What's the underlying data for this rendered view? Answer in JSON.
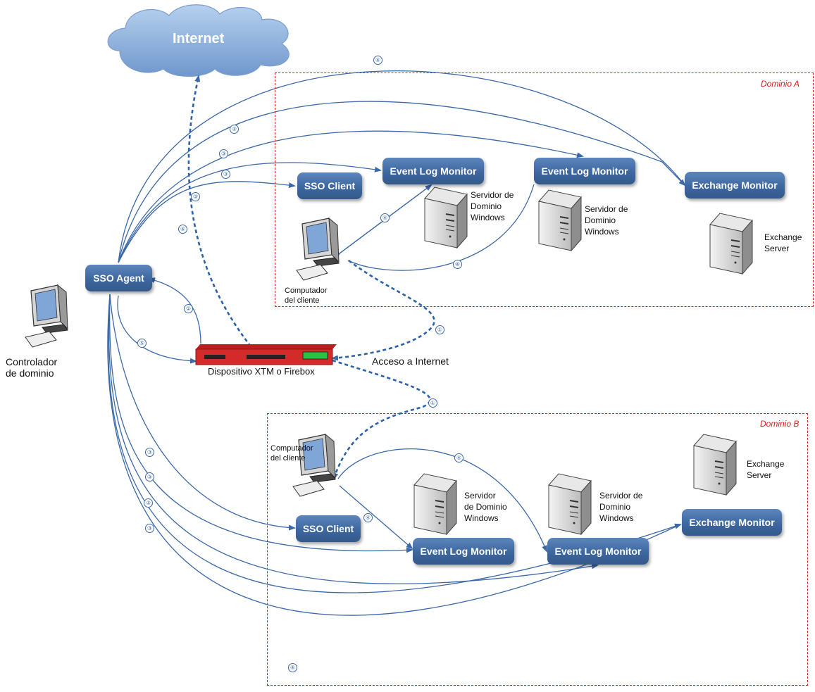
{
  "cloud": {
    "label": "Internet"
  },
  "domain_a": {
    "label": "Dominio A"
  },
  "domain_b": {
    "label": "Dominio B"
  },
  "sso_agent": "SSO Agent",
  "domain_controller": "Controlador\nde dominio",
  "firebox": "Dispositivo XTM o Firebox",
  "internet_access": "Acceso a Internet",
  "a": {
    "sso_client": "SSO Client",
    "elm1": "Event Log Monitor",
    "elm2": "Event Log Monitor",
    "exchange_monitor": "Exchange Monitor",
    "server1": "Servidor de\nDominio\nWindows",
    "server2": "Servidor de\nDominio\nWindows",
    "exchange_server": "Exchange\nServer",
    "client": "Computador\ndel cliente"
  },
  "b": {
    "sso_client": "SSO Client",
    "elm1": "Event Log Monitor",
    "elm2": "Event Log Monitor",
    "exchange_monitor": "Exchange Monitor",
    "server1": "Servidor\nde Dominio\nWindows",
    "server2": "Servidor de\nDominio\nWindows",
    "exchange_server": "Exchange\nServer",
    "client": "Computador\ndel cliente"
  },
  "steps": {
    "s1": "①",
    "s2": "②",
    "s3": "③",
    "s4": "④",
    "s5": "⑤",
    "s6": "⑥"
  },
  "colors": {
    "arrow": "#3b68a8",
    "domain_border": "#d42020",
    "node": "#3d679f",
    "firebox": "#d42a2a"
  }
}
